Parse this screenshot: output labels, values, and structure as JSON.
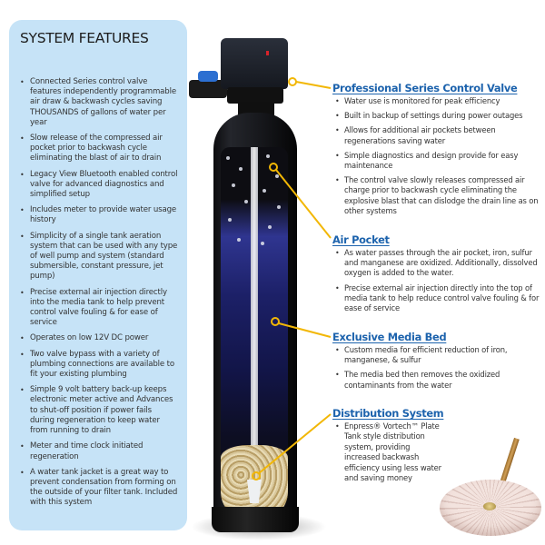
{
  "left_panel": {
    "title": "SYSTEM FEATURES",
    "background_color": "#c6e3f7",
    "items": [
      "Connected Series control valve features independently programmable air draw & backwash cycles saving THOUSANDS of gallons of water per year",
      "Slow release of the compressed air pocket prior to backwash cycle eliminating the blast of air to drain",
      "Legacy View Bluetooth enabled control valve for advanced diagnostics and simplified setup",
      "Includes meter to provide water usage history",
      "Simplicity of a single tank aeration system that can be used with any type of well pump and system (standard submersible, constant pressure, jet pump)",
      "Precise external air injection directly into the media tank to help prevent control valve fouling & for ease of service",
      "Operates on low 12V DC power",
      "Two valve bypass with a variety of plumbing connections are available to fit your existing plumbing",
      "Simple 9 volt battery back-up keeps electronic meter active and Advances to shut-off position if power fails during regeneration to keep water from running to drain",
      "Meter and time clock initiated regeneration",
      "A water tank jacket is a great way to prevent condensation from forming on the outside of your filter tank. Included with this system"
    ]
  },
  "sections": {
    "control_valve": {
      "title": "Professional Series Control Valve",
      "items": [
        "Water use is monitored for peak efficiency",
        "Built in backup of settings during power outages",
        "Allows for additional air pockets between regenerations saving water",
        "Simple diagnostics and design provide for easy maintenance",
        "The control valve slowly releases compressed air charge prior to backwash cycle eliminating the explosive blast that can dislodge the drain line as on other systems"
      ]
    },
    "air_pocket": {
      "title": "Air Pocket",
      "items": [
        "As water passes through the air pocket, iron, sulfur and manganese are oxidized. Additionally, dissolved oxygen is added to the water.",
        "Precise external air injection directly into the top of media tank to help reduce control valve fouling & for ease of service"
      ]
    },
    "media_bed": {
      "title": "Exclusive Media Bed",
      "items": [
        "Custom media for efficient reduction of iron, manganese, & sulfur",
        "The media bed then removes the oxidized contaminants from the water"
      ]
    },
    "distribution": {
      "title": "Distribution System",
      "items": [
        "Enpress® Vortech™ Plate Tank style distribution system, providing increased backwash efficiency using less water and saving money"
      ]
    }
  },
  "colors": {
    "heading_blue": "#1d63ad",
    "callout_yellow": "#f2b705",
    "text": "#333333"
  },
  "illustrations": {
    "tank": "water-filter-tank-cutaway",
    "plate": "vortech-distribution-plate"
  }
}
